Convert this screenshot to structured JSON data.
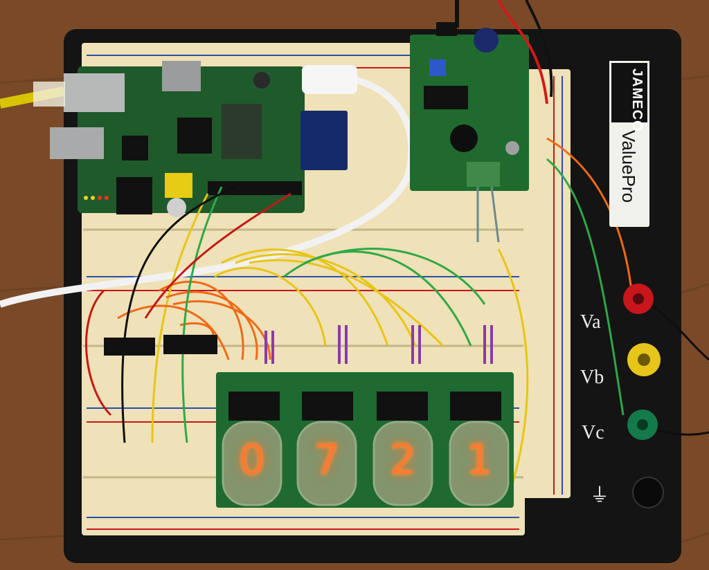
{
  "photo": {
    "subject": "Raspberry Pi driving four Nixie tubes on a breadboard",
    "colors": {
      "table": "#7a4a28",
      "board_base": "#141414",
      "breadboard": "#efe1b8",
      "pcb_green": "#1f6b2e",
      "nixie_glow": "#ff7a30"
    }
  },
  "board_branding": {
    "brand": "JAMECO",
    "model": "ValuePro"
  },
  "binding_posts": [
    {
      "label": "Va",
      "color": "#c8161c"
    },
    {
      "label": "Vb",
      "color": "#e8c51a"
    },
    {
      "label": "Vc",
      "color": "#157a4a"
    },
    {
      "label": "⏚",
      "color": "#111111"
    }
  ],
  "nixie_display": {
    "digits": [
      "0",
      "7",
      "2",
      "1"
    ]
  }
}
